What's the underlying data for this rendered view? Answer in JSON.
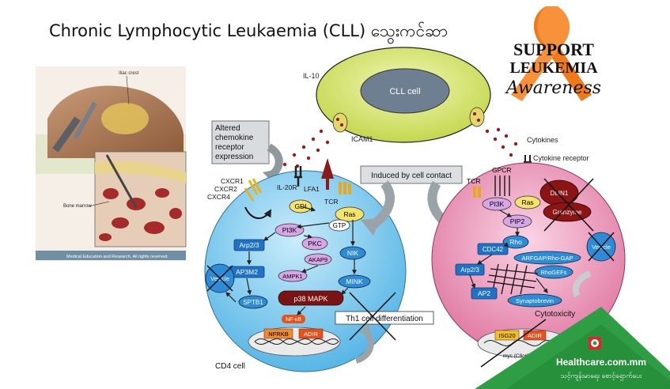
{
  "title": "Chronic Lymphocytic Leukaemia (CLL) သွေးကင်ဆာ",
  "medical_image": {
    "label_iliac_crest": "Iliac crest",
    "label_bone_marrow": "Bone marrow",
    "caption": "Medical Education and Research. All rights reserved."
  },
  "support_logo": {
    "line1": "SUPPORT",
    "line2": "LEUKEMIA",
    "line3": "Awareness"
  },
  "cll_cell": {
    "label": "CLL cell",
    "il10": "IL-10",
    "icam1": "ICAM1"
  },
  "labels": {
    "altered_chemokine": [
      "Altered",
      "chemokine",
      "receptor",
      "expression"
    ],
    "induced_by_contact": "Induced by cell contact",
    "cytokines": "Cytokines",
    "cytokine_receptor": "Cytokine receptor",
    "th1_differentiation": "Th1 cell differentiation",
    "cytotoxicity": "Cytotoxicity",
    "cd4_cell": "CD4 cell"
  },
  "left_cell": {
    "cxcr1": "CXCR1",
    "cxcr2": "CXCR2",
    "cxcr4": "CXCR4",
    "il20r": "IL-20R",
    "lfa1": "LFA1",
    "tcr": "TCR",
    "gdi": "GDI",
    "ras": "Ras",
    "gtp": "GTP",
    "pi3k": "PI3K",
    "arp23": "Arp2/3",
    "pkc": "PKC",
    "akap9": "AKAP9",
    "nik": "NIK",
    "ap3m2": "AP3M2",
    "ampk1": "AMPK1",
    "mink": "MINK",
    "vesicle": "Vesicle",
    "sptb1": "SPTB1",
    "p38": "p38 MAPK",
    "nfkb": "NF-κB",
    "nfrkb": "NFRKB",
    "adir": "ADIR"
  },
  "right_cell": {
    "gpcr": "GPCR",
    "tcr": "TCR",
    "pi3k": "PI3K",
    "ras": "Ras",
    "dlin1": "DLIN1",
    "pip2": "PIP2",
    "granzyme": "Granzyme",
    "rho": "Rho",
    "cdc42": "CDC42",
    "arfgap": "ARFGAP/Rho-GAP",
    "vesicle": "Vesicle",
    "arp23": "Arp2/3",
    "rhogefs": "RhoGEFs",
    "ap2": "AP2",
    "synaptobrevin": "Synaptobrevin",
    "isg20": "ISG20",
    "adir": "ADIR",
    "myc": "myc (C8orf..."
  },
  "brand": {
    "site": "Healthcare.com.mm",
    "tagline": "သင့်ကျန်းမာရေး စောင့်ရှောက်ပေး"
  },
  "colors": {
    "cll_fill": "#d9e86a",
    "cll_nucleus": "#6f7f92",
    "cd4_fill": "#7cc8ee",
    "nk_fill": "#ea8db0",
    "ribbon": "#f07a1a",
    "brand_green": "#2e9d44",
    "arrow_grey": "#9aa3a8"
  }
}
